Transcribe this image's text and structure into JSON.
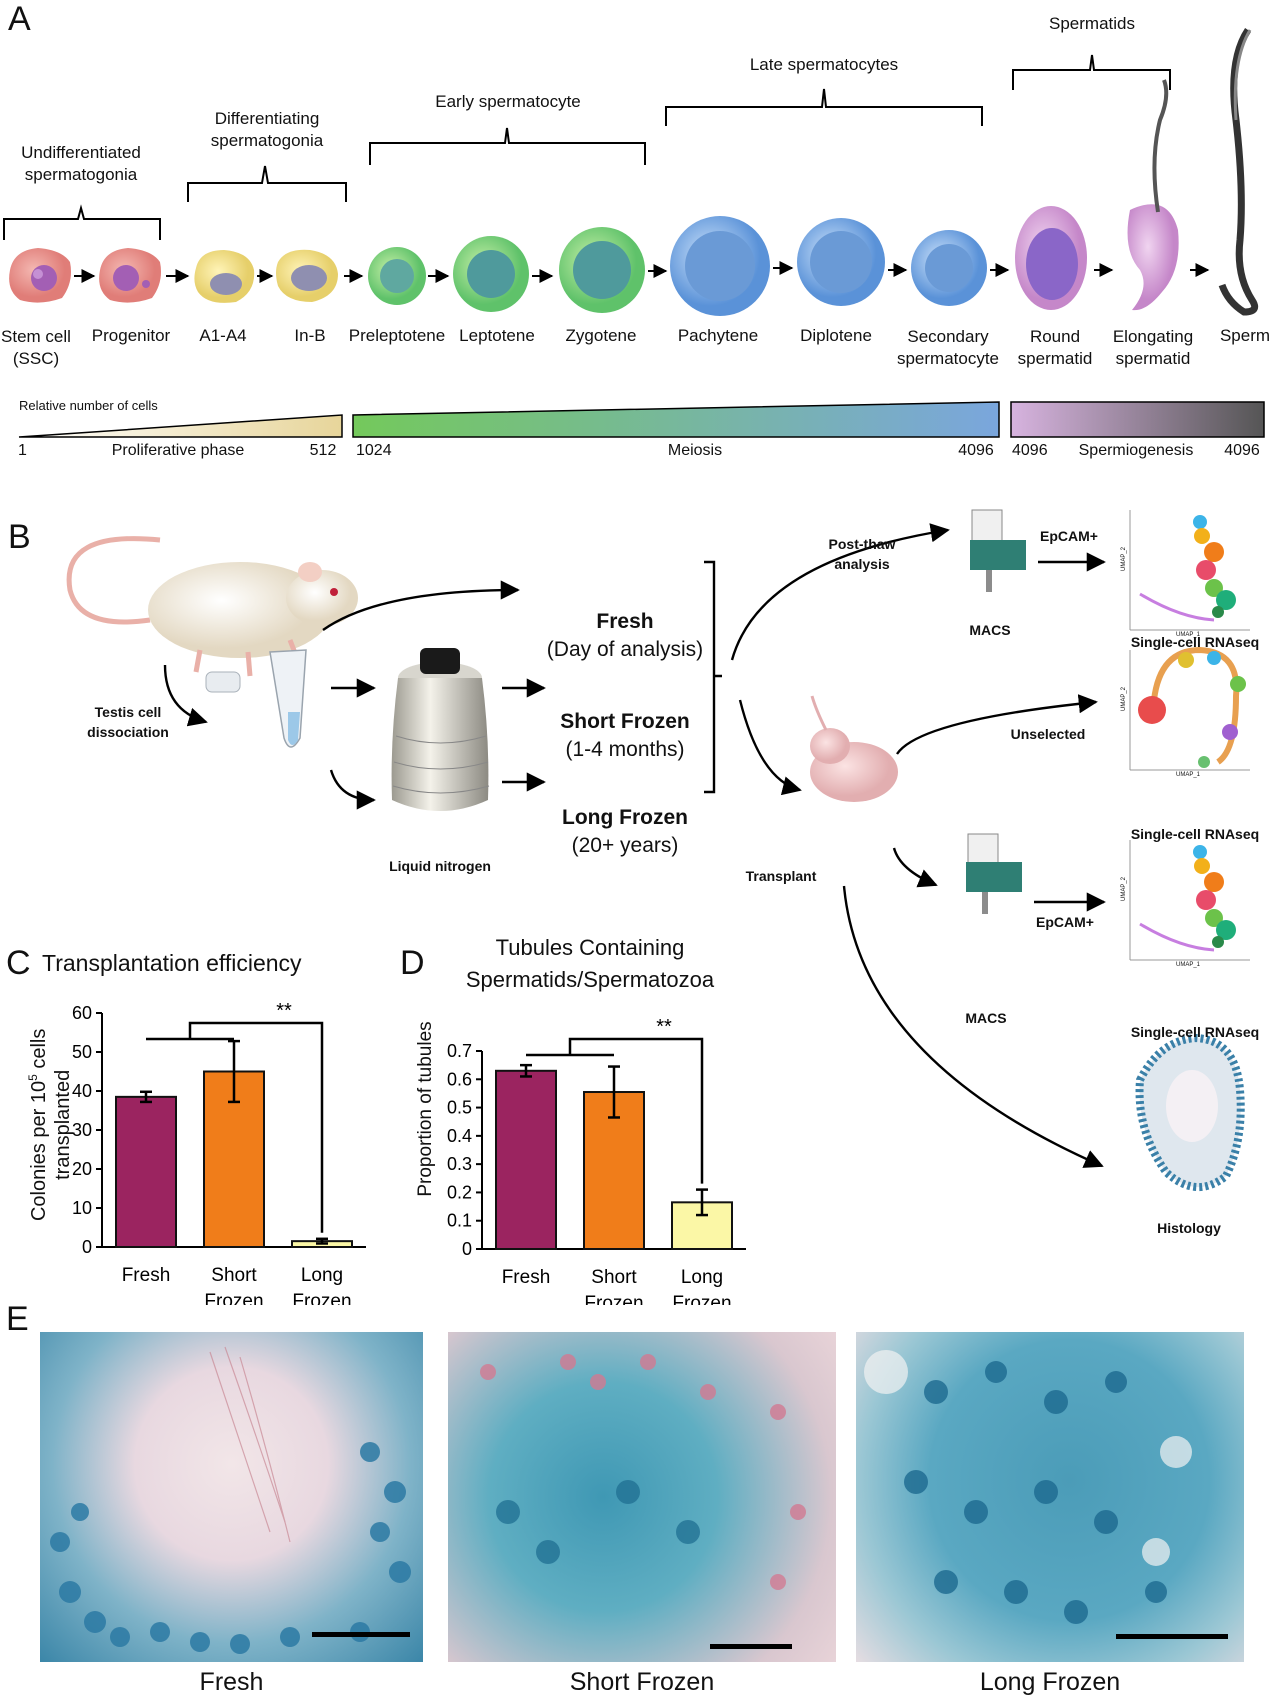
{
  "panels": {
    "a": "A",
    "b": "B",
    "c": "C",
    "d": "D",
    "e": "E"
  },
  "panel_a": {
    "groups": {
      "undiff": [
        "Undifferentiated",
        "spermatogonia"
      ],
      "diff": [
        "Differentiating",
        "spermatogonia"
      ],
      "early": "Early spermatocyte",
      "late": "Late spermatocytes",
      "spermatids": "Spermatids"
    },
    "stages": [
      [
        "Stem cell",
        "(SSC)"
      ],
      [
        "Progenitor"
      ],
      [
        "A1-A4"
      ],
      [
        "In-B"
      ],
      [
        "Preleptotene"
      ],
      [
        "Leptotene"
      ],
      [
        "Zygotene"
      ],
      [
        "Pachytene"
      ],
      [
        "Diplotene"
      ],
      [
        "Secondary",
        "spermatocyte"
      ],
      [
        "Round",
        "spermatid"
      ],
      [
        "Elongating",
        "spermatid"
      ],
      [
        "Sperm"
      ]
    ],
    "relative_label": "Relative number of cells",
    "bars": [
      {
        "start": "1",
        "label": "Proliferative phase",
        "end": "512"
      },
      {
        "start": "1024",
        "label": "Meiosis",
        "end": "4096"
      },
      {
        "start": "4096",
        "label": "Spermiogenesis",
        "end": "4096"
      }
    ]
  },
  "panel_b": {
    "testis": [
      "Testis cell",
      "dissociation"
    ],
    "liquid_nitrogen": "Liquid nitrogen",
    "fresh": "Fresh",
    "fresh_sub": "(Day of analysis)",
    "short": "Short Frozen",
    "short_sub": "(1-4 months)",
    "long": "Long Frozen",
    "long_sub": "(20+ years)",
    "post_thaw": [
      "Post-thaw",
      "analysis"
    ],
    "macs": "MACS",
    "epcam": "EpCAM+",
    "scrna": "Single-cell RNAseq",
    "unselected": "Unselected",
    "transplant": "Transplant",
    "histology": "Histology",
    "umap_x": "UMAP_1",
    "umap_y": "UMAP_2"
  },
  "chart_data": [
    {
      "type": "bar",
      "title": "Transplantation efficiency",
      "categories": [
        "Fresh",
        "Short Frozen",
        "Long Frozen"
      ],
      "values": [
        38.5,
        45,
        1.5
      ],
      "errors": [
        1.3,
        7.8,
        0.6
      ],
      "ylabel": "Colonies per 10^5 cells transplanted",
      "ylabel_lines": [
        "Colonies per 10",
        "5",
        " cells",
        "transplanted"
      ],
      "ylim": [
        0,
        60
      ],
      "yticks": [
        "0",
        "10",
        "20",
        "30",
        "40",
        "50",
        "60"
      ],
      "colors": [
        "#9b2460",
        "#f07d1a",
        "#fbf7a6"
      ],
      "significance": "**"
    },
    {
      "type": "bar",
      "title": "Tubules Containing Spermatids/Spermatozoa",
      "title_lines": [
        "Tubules Containing",
        "Spermatids/Spermatozoa"
      ],
      "categories": [
        "Fresh",
        "Short Frozen",
        "Long Frozen"
      ],
      "values": [
        0.63,
        0.555,
        0.165
      ],
      "errors": [
        0.02,
        0.09,
        0.045
      ],
      "ylabel": "Proportion of tubules",
      "ylim": [
        0,
        0.7
      ],
      "yticks": [
        "0",
        "0.1",
        "0.2",
        "0.3",
        "0.4",
        "0.5",
        "0.6",
        "0.7"
      ],
      "colors": [
        "#9b2460",
        "#f07d1a",
        "#fbf7a6"
      ],
      "significance": "**"
    }
  ],
  "panel_e": {
    "captions": [
      "Fresh",
      "Short Frozen",
      "Long Frozen"
    ]
  }
}
